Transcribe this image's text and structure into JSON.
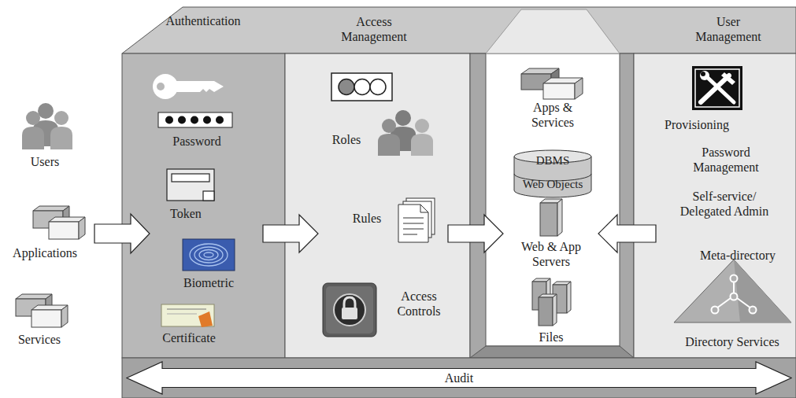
{
  "diagram": {
    "nodes": [
      {
        "text": [
          "Authentication",
          "Password",
          "Token",
          "Biometric",
          "Certificate"
        ]
      },
      {
        "text": [
          "Access Management",
          "Roles",
          "Rules",
          "Access Controls"
        ]
      },
      {
        "text": [
          "Apps & Services",
          "Web & App Servers",
          "Files"
        ]
      },
      {
        "text": [
          "DBMS",
          "Web Objects"
        ],
        "in": 2
      },
      {
        "text": [
          "User Management",
          "Provisioning",
          "Password Management",
          "Self-service/ Delegated Admin",
          "Meta-directory",
          "Directory Services"
        ]
      },
      {
        "text": [
          "Audit"
        ]
      }
    ],
    "edges": [
      {
        "from": 0,
        "to": 1,
        "arrow": "to"
      },
      {
        "from": 1,
        "to": 2,
        "arrow": "to"
      },
      {
        "from": 4,
        "to": 2,
        "arrow": "to"
      }
    ],
    "labels": [
      "Users",
      "Applications",
      "Services"
    ]
  }
}
